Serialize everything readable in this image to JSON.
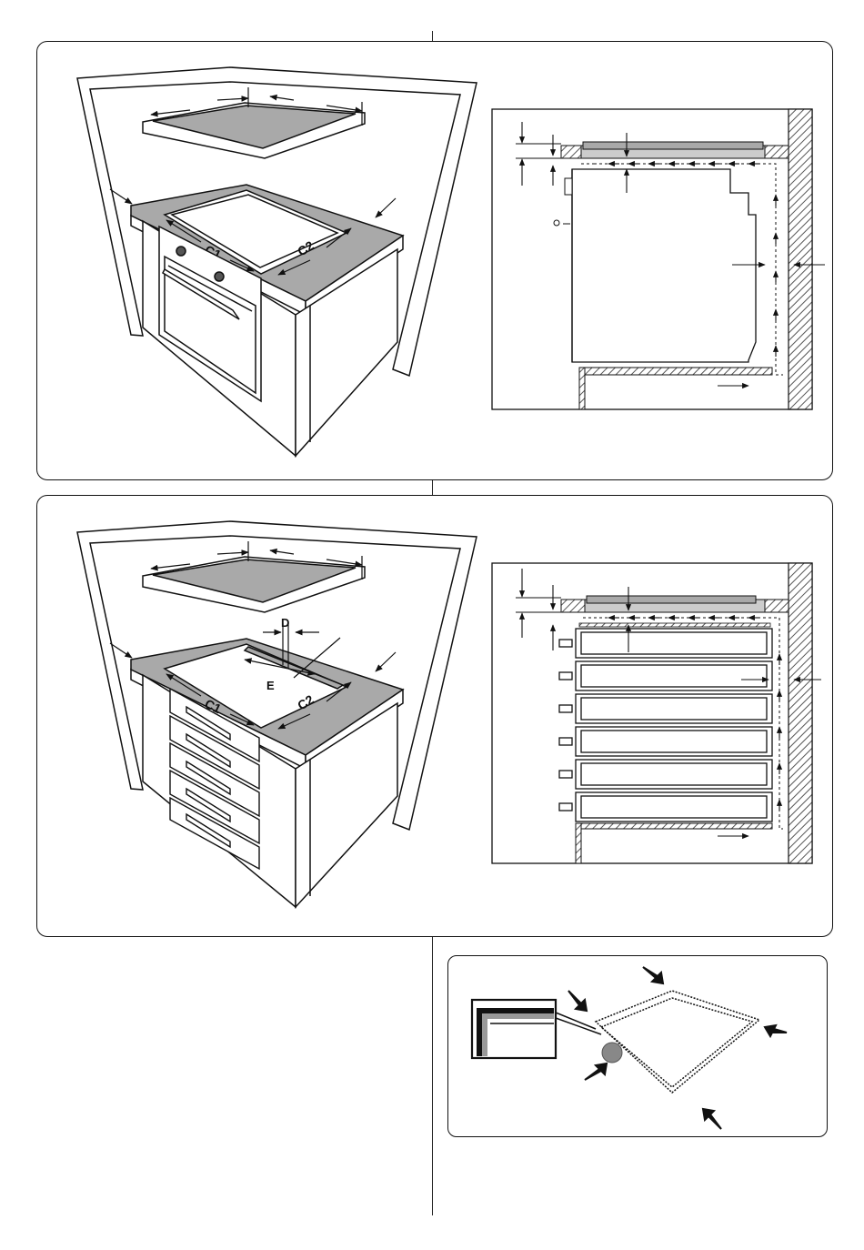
{
  "panel_top": {
    "label_c1": "C1",
    "label_c2": "C2"
  },
  "panel_middle": {
    "label_c1": "C1",
    "label_c2": "C2",
    "label_d": "D",
    "label_e": "E"
  },
  "colors": {
    "line": "#111111",
    "gray_fill": "#b4b4b4",
    "top_fill": "#a9a9a9",
    "hatch": "#666666",
    "white": "#ffffff"
  }
}
